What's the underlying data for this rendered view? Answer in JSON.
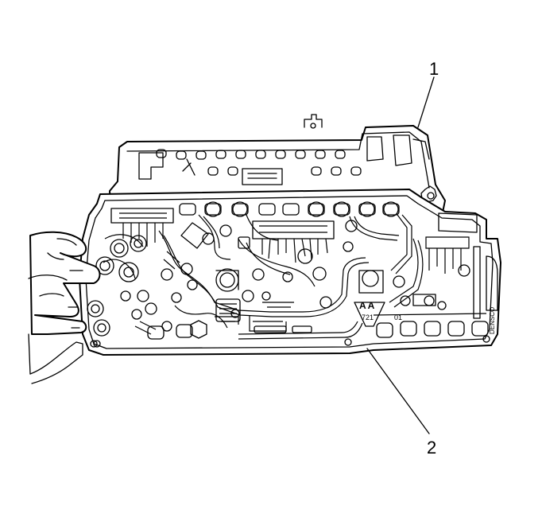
{
  "callouts": [
    {
      "id": "1",
      "label": "1"
    },
    {
      "id": "2",
      "label": "2"
    }
  ],
  "board_markings": {
    "code_aa": "AA",
    "code_721": "721",
    "code_01": "01",
    "maker": "DENSCO"
  }
}
